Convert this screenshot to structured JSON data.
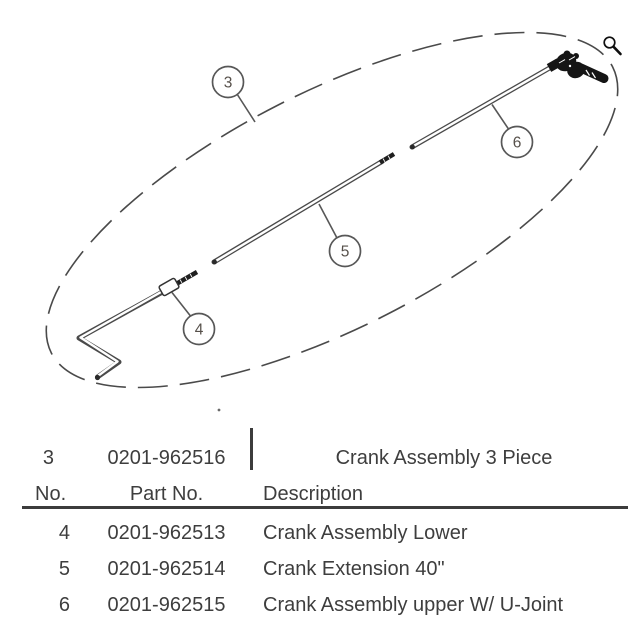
{
  "colors": {
    "diagram_line": "#4a4a4a",
    "hardware_dark": "#1a1a1a",
    "table_text": "#3e3e3e",
    "callout_text": "#56504a"
  },
  "diagram": {
    "callouts": {
      "assembly": "3",
      "lower": "4",
      "extension": "5",
      "upper": "6"
    },
    "icons": {
      "top_right": "magnifier-icon"
    }
  },
  "table": {
    "summary": {
      "no": "3",
      "part_no": "0201-962516",
      "description": "Crank Assembly 3 Piece"
    },
    "headers": {
      "no": "No.",
      "part_no": "Part No.",
      "description": "Description"
    },
    "rows": [
      {
        "no": "4",
        "part_no": "0201-962513",
        "description": "Crank Assembly Lower"
      },
      {
        "no": "5",
        "part_no": "0201-962514",
        "description": "Crank Extension 40\""
      },
      {
        "no": "6",
        "part_no": "0201-962515",
        "description": "Crank Assembly upper W/ U-Joint"
      }
    ]
  }
}
